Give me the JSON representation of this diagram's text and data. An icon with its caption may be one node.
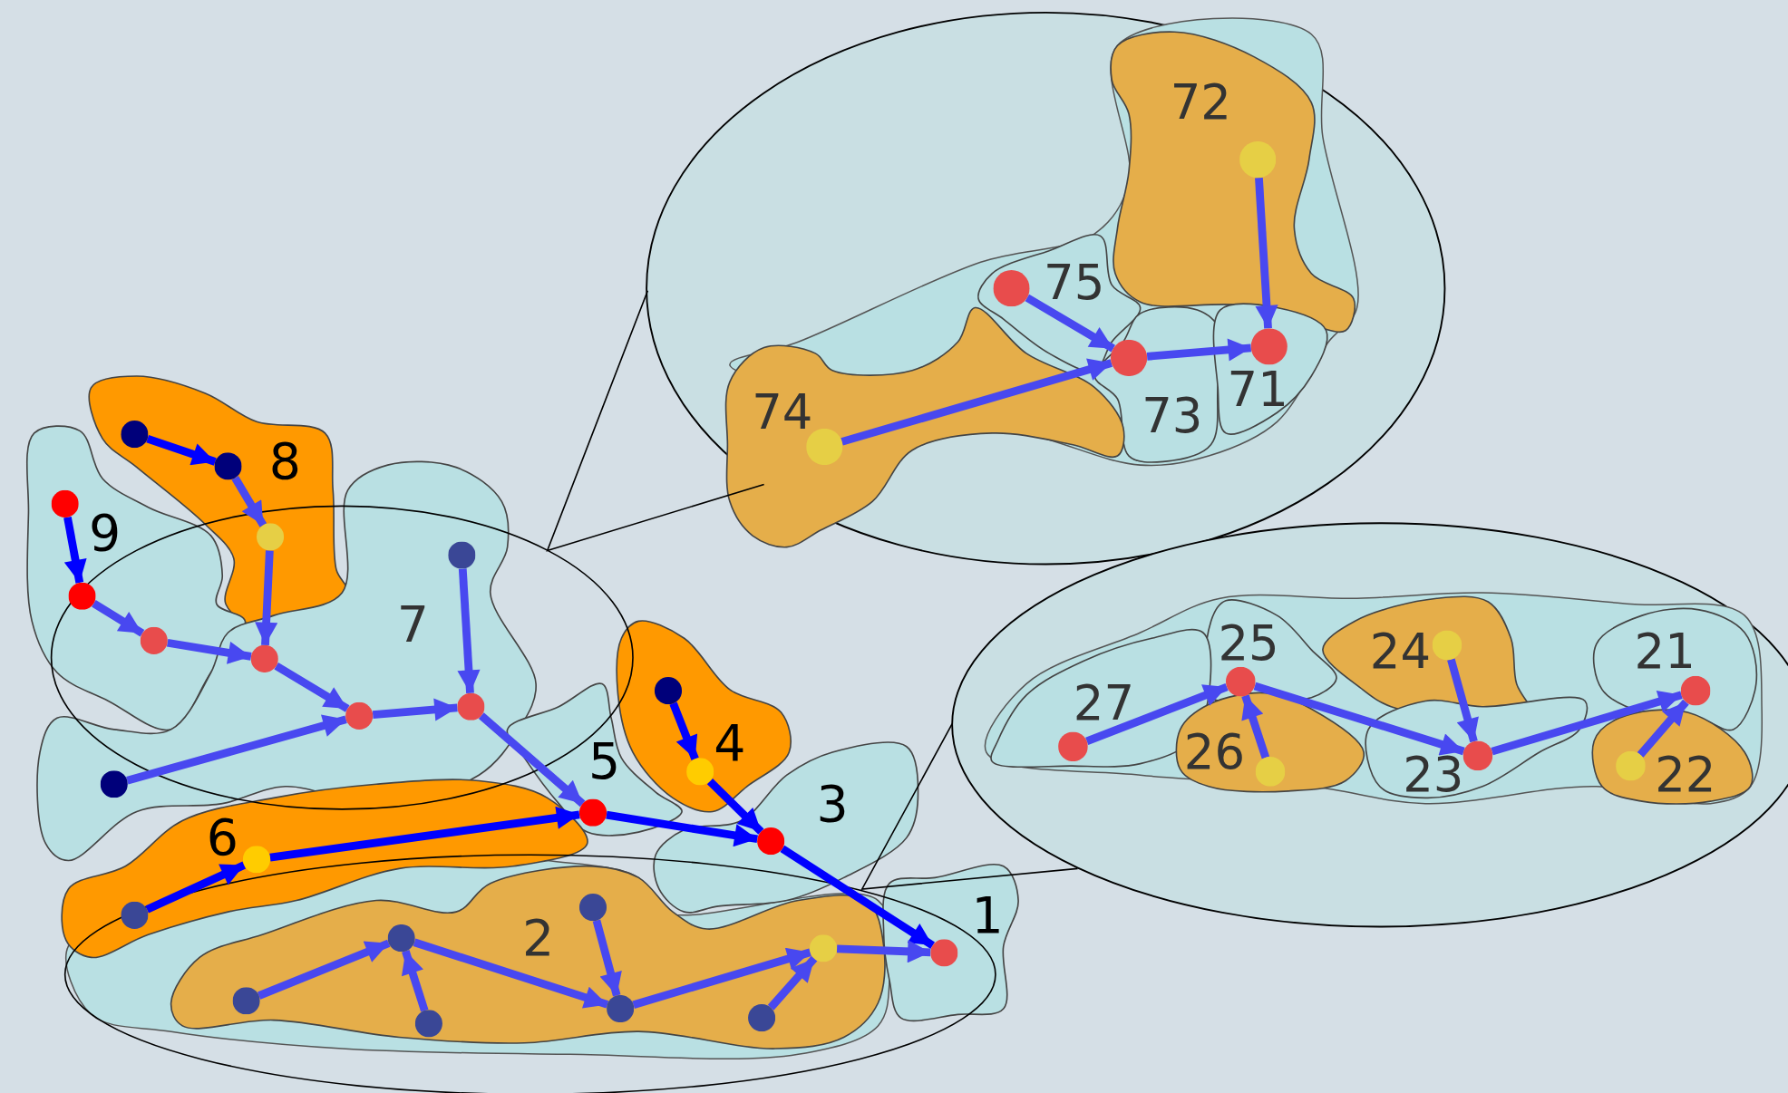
{
  "diagram": {
    "nodes": [
      {
        "text": [
          "72"
        ]
      },
      {
        "text": [],
        "shape": "circle",
        "in": 0
      },
      {
        "text": [
          "75"
        ]
      },
      {
        "text": [],
        "shape": "circle",
        "in": 2
      },
      {
        "text": [
          "73"
        ]
      },
      {
        "text": [],
        "shape": "circle",
        "in": 4
      },
      {
        "text": [
          "71"
        ]
      },
      {
        "text": [],
        "shape": "circle",
        "in": 6
      },
      {
        "text": [
          "74"
        ]
      },
      {
        "text": [],
        "shape": "circle",
        "in": 8
      },
      {
        "text": [
          "8"
        ]
      },
      {
        "text": [],
        "shape": "circle",
        "in": 10
      },
      {
        "text": [],
        "shape": "circle",
        "in": 10
      },
      {
        "text": [],
        "shape": "circle",
        "in": 10
      },
      {
        "text": [
          "9"
        ]
      },
      {
        "text": [],
        "shape": "circle",
        "in": 14
      },
      {
        "text": [],
        "shape": "circle",
        "in": 14
      },
      {
        "text": [],
        "shape": "circle",
        "in": 14
      },
      {
        "text": [
          "7"
        ]
      },
      {
        "text": [],
        "shape": "circle",
        "in": 18
      },
      {
        "text": [],
        "shape": "circle",
        "in": 18
      },
      {
        "text": [],
        "shape": "circle",
        "in": 18
      },
      {
        "text": [],
        "shape": "circle",
        "in": 18
      },
      {
        "text": [],
        "shape": "circle",
        "in": 18
      },
      {
        "text": [
          "4"
        ]
      },
      {
        "text": [],
        "shape": "circle",
        "in": 24
      },
      {
        "text": [],
        "shape": "circle",
        "in": 24
      },
      {
        "text": [
          "5"
        ]
      },
      {
        "text": [],
        "shape": "circle",
        "in": 27
      },
      {
        "text": [
          "3"
        ]
      },
      {
        "text": [],
        "shape": "circle",
        "in": 29
      },
      {
        "text": [
          "6"
        ]
      },
      {
        "text": [],
        "shape": "circle",
        "in": 31
      },
      {
        "text": [],
        "shape": "circle",
        "in": 31
      },
      {
        "text": [
          "2"
        ]
      },
      {
        "text": [],
        "shape": "circle",
        "in": 34
      },
      {
        "text": [],
        "shape": "circle",
        "in": 34
      },
      {
        "text": [],
        "shape": "circle",
        "in": 34
      },
      {
        "text": [],
        "shape": "circle",
        "in": 34
      },
      {
        "text": [],
        "shape": "circle",
        "in": 34
      },
      {
        "text": [],
        "shape": "circle",
        "in": 34
      },
      {
        "text": [],
        "shape": "circle",
        "in": 34
      },
      {
        "text": [
          "1"
        ]
      },
      {
        "text": [],
        "shape": "circle",
        "in": 42
      },
      {
        "text": [
          "25"
        ]
      },
      {
        "text": [],
        "shape": "circle",
        "in": 44
      },
      {
        "text": [
          "24"
        ]
      },
      {
        "text": [],
        "shape": "circle",
        "in": 46
      },
      {
        "text": [
          "21"
        ]
      },
      {
        "text": [],
        "shape": "circle",
        "in": 48
      },
      {
        "text": [
          "27"
        ]
      },
      {
        "text": [],
        "shape": "circle",
        "in": 50
      },
      {
        "text": [
          "26"
        ]
      },
      {
        "text": [],
        "shape": "circle",
        "in": 52
      },
      {
        "text": [
          "23"
        ]
      },
      {
        "text": [],
        "shape": "circle",
        "in": 54
      },
      {
        "text": [
          "22"
        ]
      },
      {
        "text": [],
        "shape": "circle",
        "in": 56
      }
    ],
    "edges": [
      {
        "from": 1,
        "to": 7,
        "arrow": "to"
      },
      {
        "from": 3,
        "to": 5,
        "arrow": "to"
      },
      {
        "from": 9,
        "to": 5,
        "arrow": "to"
      },
      {
        "from": 5,
        "to": 7,
        "arrow": "to"
      },
      {
        "from": 11,
        "to": 12,
        "arrow": "to",
        "color": "#0000ff"
      },
      {
        "from": 12,
        "to": 13,
        "arrow": "to"
      },
      {
        "from": 13,
        "to": 20,
        "arrow": "to"
      },
      {
        "from": 15,
        "to": 16,
        "arrow": "to",
        "color": "#0000ff"
      },
      {
        "from": 16,
        "to": 17,
        "arrow": "to"
      },
      {
        "from": 17,
        "to": 20,
        "arrow": "to"
      },
      {
        "from": 20,
        "to": 21,
        "arrow": "to"
      },
      {
        "from": 23,
        "to": 21,
        "arrow": "to"
      },
      {
        "from": 21,
        "to": 22,
        "arrow": "to"
      },
      {
        "from": 19,
        "to": 22,
        "arrow": "to"
      },
      {
        "from": 22,
        "to": 28,
        "arrow": "to"
      },
      {
        "from": 33,
        "to": 32,
        "arrow": "to",
        "color": "#0000ff"
      },
      {
        "from": 32,
        "to": 28,
        "arrow": "to",
        "color": "#0000ff"
      },
      {
        "from": 28,
        "to": 30,
        "arrow": "to",
        "color": "#0000ff"
      },
      {
        "from": 25,
        "to": 26,
        "arrow": "to",
        "color": "#0000ff"
      },
      {
        "from": 26,
        "to": 30,
        "arrow": "to",
        "color": "#0000ff"
      },
      {
        "from": 30,
        "to": 43,
        "arrow": "to",
        "color": "#0000ff"
      },
      {
        "from": 37,
        "to": 43,
        "arrow": "to"
      },
      {
        "from": 38,
        "to": 36,
        "arrow": "to"
      },
      {
        "from": 41,
        "to": 36,
        "arrow": "to"
      },
      {
        "from": 36,
        "to": 39,
        "arrow": "to"
      },
      {
        "from": 35,
        "to": 39,
        "arrow": "to"
      },
      {
        "from": 39,
        "to": 37,
        "arrow": "to"
      },
      {
        "from": 40,
        "to": 37,
        "arrow": "to"
      },
      {
        "from": 51,
        "to": 45,
        "arrow": "to"
      },
      {
        "from": 53,
        "to": 45,
        "arrow": "to"
      },
      {
        "from": 45,
        "to": 55,
        "arrow": "to"
      },
      {
        "from": 47,
        "to": 55,
        "arrow": "to"
      },
      {
        "from": 55,
        "to": 49,
        "arrow": "to"
      },
      {
        "from": 57,
        "to": 49,
        "arrow": "to"
      }
    ]
  }
}
